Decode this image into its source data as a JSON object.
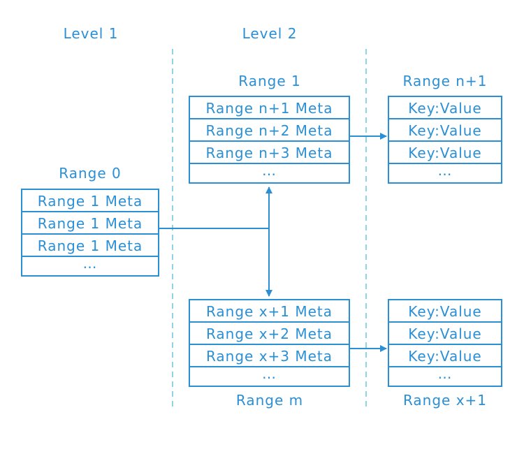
{
  "levels": {
    "level1": "Level 1",
    "level2": "Level 2"
  },
  "range0": {
    "title": "Range 0",
    "rows": [
      "Range 1 Meta",
      "Range 1 Meta",
      "Range 1 Meta",
      "…"
    ]
  },
  "range1": {
    "title": "Range 1",
    "rows": [
      "Range n+1 Meta",
      "Range n+2 Meta",
      "Range n+3 Meta",
      "…"
    ]
  },
  "rangem": {
    "title": "Range m",
    "rows": [
      "Range x+1 Meta",
      "Range x+2 Meta",
      "Range x+3 Meta",
      "…"
    ]
  },
  "rangen1": {
    "title": "Range n+1",
    "rows": [
      "Key:Value",
      "Key:Value",
      "Key:Value",
      "…"
    ]
  },
  "rangex1": {
    "title": "Range x+1",
    "rows": [
      "Key:Value",
      "Key:Value",
      "Key:Value",
      "…"
    ]
  },
  "colors": {
    "accent": "#2b8fd6",
    "divider": "#8ed3e6"
  }
}
